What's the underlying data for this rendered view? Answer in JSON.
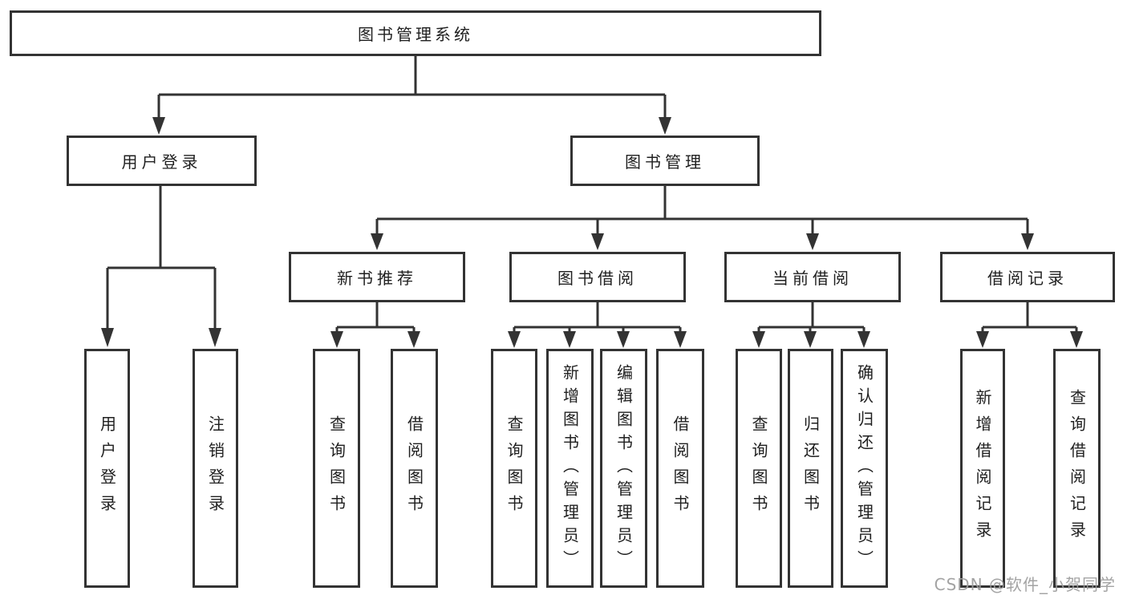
{
  "diagram": {
    "root": "图书管理系统",
    "level2": {
      "user_login": "用户登录",
      "book_management": "图书管理"
    },
    "user_login_children": [
      "用户登录",
      "注销登录"
    ],
    "level3": [
      "新书推荐",
      "图书借阅",
      "当前借阅",
      "借阅记录"
    ],
    "new_book_children": [
      "查询图书",
      "借阅图书"
    ],
    "book_borrow_children": [
      "查询图书",
      "新增图书（管理员）",
      "编辑图书（管理员）",
      "借阅图书"
    ],
    "current_borrow_children": [
      "查询图书",
      "归还图书",
      "确认归还（管理员）"
    ],
    "borrow_record_children": [
      "新增借阅记录",
      "查询借阅记录"
    ]
  },
  "watermark": "CSDN @软件_小贺同学",
  "colors": {
    "line": "#333333",
    "text": "#1f1f1f",
    "watermark": "#9c9c9c",
    "background": "#ffffff"
  }
}
